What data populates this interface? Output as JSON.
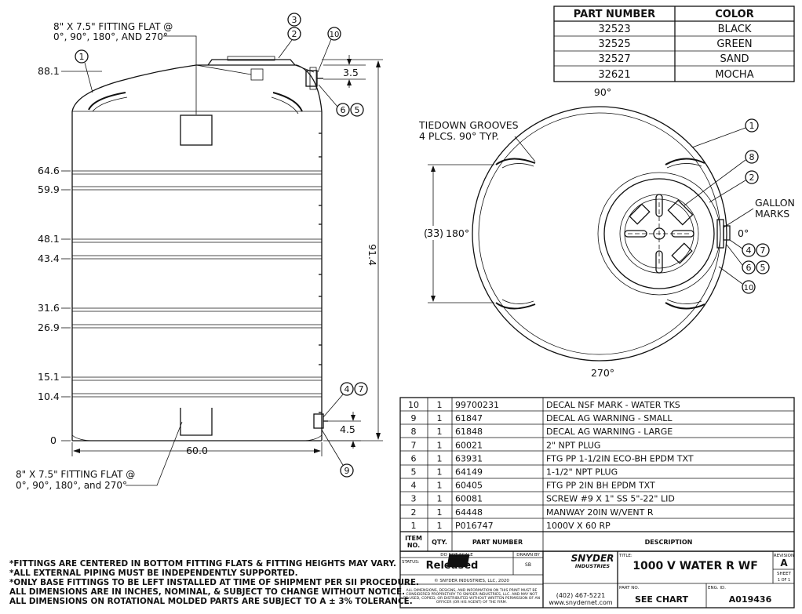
{
  "part_color_table": {
    "headers": [
      "PART NUMBER",
      "COLOR"
    ],
    "rows": [
      [
        "32523",
        "BLACK"
      ],
      [
        "32525",
        "GREEN"
      ],
      [
        "32527",
        "SAND"
      ],
      [
        "32621",
        "MOCHA"
      ]
    ]
  },
  "side_view": {
    "height_labels": [
      "88.1",
      "64.6",
      "59.9",
      "48.1",
      "43.4",
      "31.6",
      "26.9",
      "15.1",
      "10.4",
      "0"
    ],
    "overall_height": "91.4",
    "width": "60.0",
    "top_fitting_offset": "3.5",
    "bottom_fitting_offset": "4.5",
    "top_fitting_note": [
      "8\" X 7.5\" FITTING FLAT @",
      "0°, 90°, 180°, AND 270°"
    ],
    "bottom_fitting_note": [
      "8\" X 7.5\" FITTING FLAT @",
      "0°, 90°, 180°, and 270°"
    ]
  },
  "top_view": {
    "angles": {
      "top": "90°",
      "left": "180°",
      "right": "0°",
      "bottom": "270°"
    },
    "diameter_ref": "33",
    "tiedown_note": [
      "TIEDOWN GROOVES",
      "4 PLCS. 90° TYP."
    ],
    "gallon_note": [
      "GALLON",
      "MARKS"
    ]
  },
  "balloons": {
    "b1": "1",
    "b2": "2",
    "b3": "3",
    "b4": "4",
    "b5": "5",
    "b6": "6",
    "b7": "7",
    "b8": "8",
    "b9": "9",
    "b10": "10"
  },
  "bom": {
    "rows": [
      [
        "10",
        "1",
        "99700231",
        "DECAL NSF MARK - WATER TKS"
      ],
      [
        "9",
        "1",
        "61847",
        "DECAL AG WARNING - SMALL"
      ],
      [
        "8",
        "1",
        "61848",
        "DECAL AG WARNING - LARGE"
      ],
      [
        "7",
        "1",
        "60021",
        "2\" NPT PLUG"
      ],
      [
        "6",
        "1",
        "63931",
        "FTG PP 1-1/2IN ECO-BH EPDM TXT"
      ],
      [
        "5",
        "1",
        "64149",
        "1-1/2\" NPT PLUG"
      ],
      [
        "4",
        "1",
        "60405",
        "FTG PP 2IN BH EPDM TXT"
      ],
      [
        "3",
        "1",
        "60081",
        "SCREW #9 X 1\" SS 5\"-22\" LID"
      ],
      [
        "2",
        "1",
        "64448",
        "MANWAY 20IN W/VENT R"
      ],
      [
        "1",
        "1",
        "P016747",
        "1000V X 60 RP"
      ]
    ],
    "header": {
      "item1": "ITEM",
      "item2": "NO.",
      "qty": "QTY.",
      "part": "PART NUMBER",
      "desc": "DESCRIPTION"
    }
  },
  "notes": [
    "*FITTINGS ARE CENTERED IN BOTTOM FITTING FLATS & FITTING HEIGHTS MAY VARY.",
    "*ALL EXTERNAL PIPING MUST BE INDEPENDENTLY SUPPORTED.",
    "*ONLY BASE FITTINGS TO BE LEFT INSTALLED AT TIME OF SHIPMENT PER SII PROCEDURE.",
    "ALL DIMENSIONS ARE IN INCHES, NOMINAL, & SUBJECT TO CHANGE WITHOUT NOTICE.",
    "ALL DIMENSIONS ON ROTATIONAL MOLDED PARTS ARE SUBJECT TO A ± 3% TOLERANCE."
  ],
  "title_block": {
    "do_not_scale": "DO NOT SCALE",
    "drawn_by_label": "DRAWN BY",
    "drawn_by": "SB",
    "status_label": "STATUS:",
    "status": "Released",
    "copyright": "© SNYDER INDUSTRIES, LLC, 2020",
    "fine_print": [
      "ALL DIMENSIONS, DESIGNS, AND INFORMATION ON THIS PRINT MUST BE",
      "CONSIDERED PROPRIETARY TO SNYDER INDUSTRIES, LLC. AND MAY NOT",
      "BE USED, COPIED, OR DISTRIBUTED WITHOUT WRITTEN PERMISSION OF AN",
      "OFFICER (OR HIS AGENT) OF THE FIRM."
    ],
    "logo_mark": "SII",
    "logo_name": "SNYDER",
    "logo_sub": "INDUSTRIES",
    "title_label": "TITLE:",
    "title": "1000 V WATER R WF",
    "revision_label": "REVISION",
    "revision": "A",
    "sheet_label": "SHEET",
    "sheet": "1 OF 1",
    "phone": "(402) 467-5221",
    "website": "www.snydernet.com",
    "part_no_label": "PART NO.",
    "part_no": "SEE CHART",
    "eng_id_label": "ENG. ID.",
    "eng_id": "A019436"
  }
}
